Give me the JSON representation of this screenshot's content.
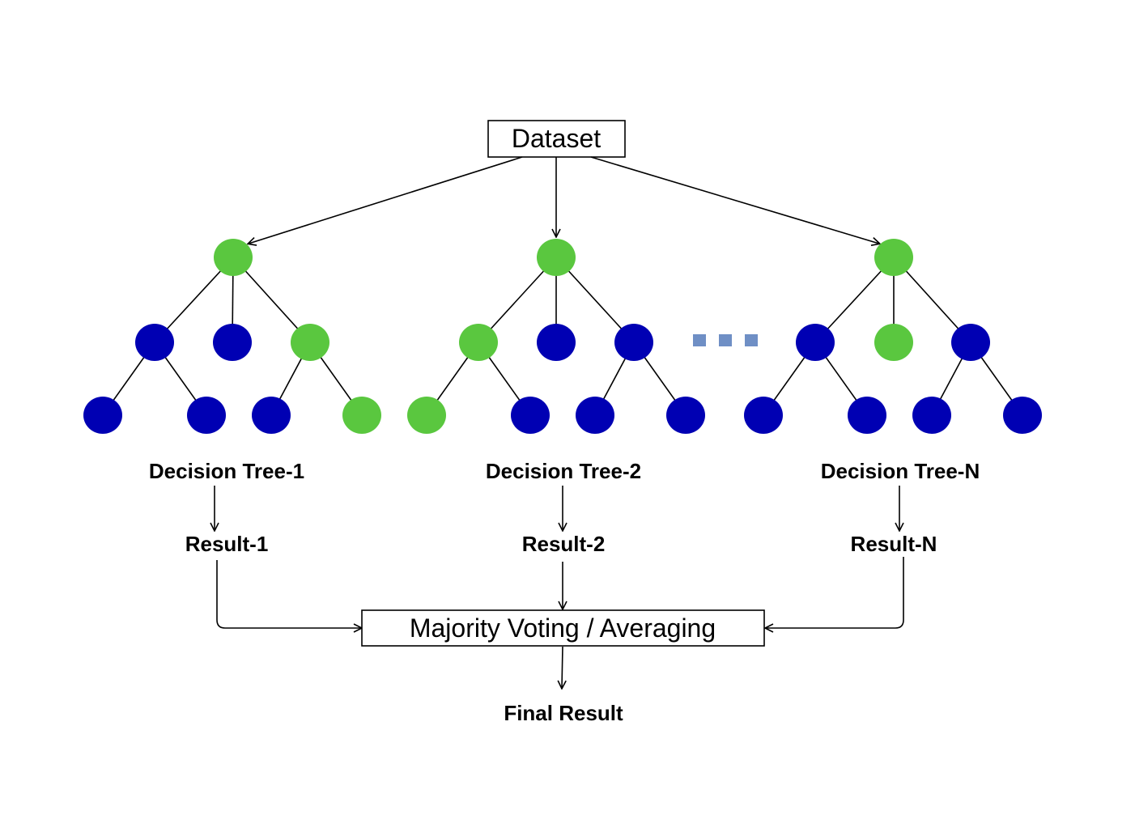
{
  "dataset_label": "Dataset",
  "aggregator_label": "Majority Voting / Averaging",
  "final_label": "Final Result",
  "colors": {
    "green": "#5ac73f",
    "blue": "#0000b3",
    "ellipsis": "#6f8fc5"
  },
  "trees": [
    {
      "name": "Decision Tree-1",
      "result": "Result-1",
      "root": "green",
      "level2": [
        "blue",
        "blue",
        "green"
      ],
      "level3": [
        "blue",
        "blue",
        "blue",
        "green"
      ]
    },
    {
      "name": "Decision Tree-2",
      "result": "Result-2",
      "root": "green",
      "level2": [
        "green",
        "blue",
        "blue"
      ],
      "level3": [
        "green",
        "blue",
        "blue",
        "blue"
      ]
    },
    {
      "name": "Decision Tree-N",
      "result": "Result-N",
      "root": "green",
      "level2": [
        "blue",
        "green",
        "blue"
      ],
      "level3": [
        "blue",
        "blue",
        "blue",
        "blue"
      ]
    }
  ]
}
